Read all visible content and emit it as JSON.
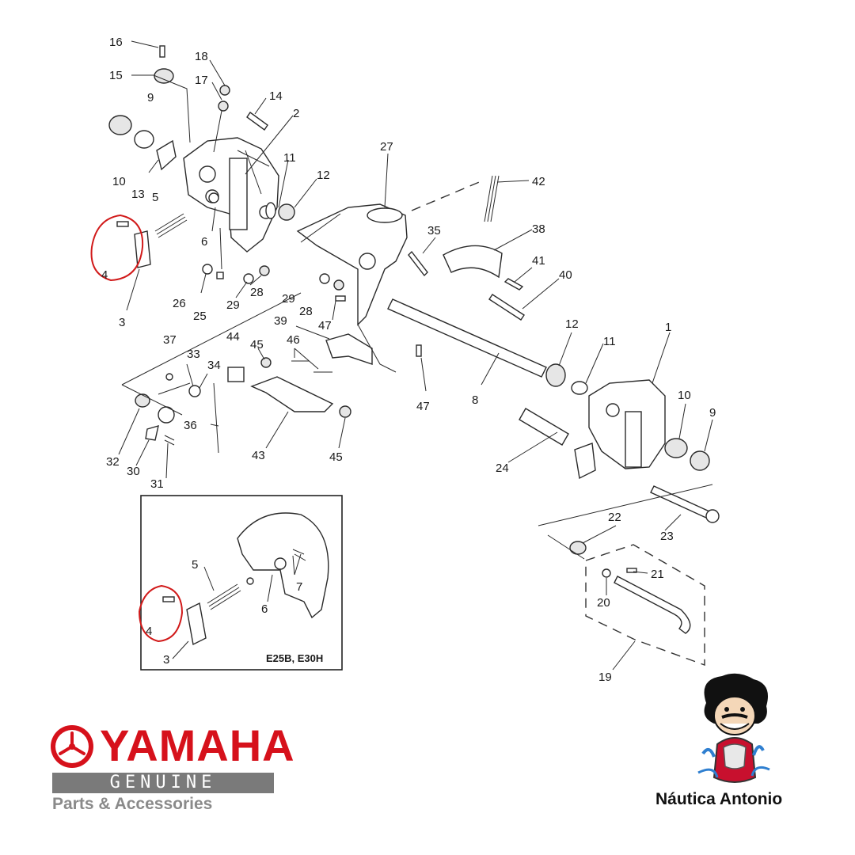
{
  "callouts": [
    {
      "id": "16",
      "text": "16"
    },
    {
      "id": "15",
      "text": "15"
    },
    {
      "id": "18",
      "text": "18"
    },
    {
      "id": "17",
      "text": "17"
    },
    {
      "id": "14",
      "text": "14"
    },
    {
      "id": "9a",
      "text": "9"
    },
    {
      "id": "2",
      "text": "2"
    },
    {
      "id": "10a",
      "text": "10"
    },
    {
      "id": "13",
      "text": "13"
    },
    {
      "id": "11a",
      "text": "11"
    },
    {
      "id": "12a",
      "text": "12"
    },
    {
      "id": "27",
      "text": "27"
    },
    {
      "id": "42",
      "text": "42"
    },
    {
      "id": "5a",
      "text": "5"
    },
    {
      "id": "6a",
      "text": "6"
    },
    {
      "id": "4a",
      "text": "4"
    },
    {
      "id": "3a",
      "text": "3"
    },
    {
      "id": "35",
      "text": "35"
    },
    {
      "id": "38",
      "text": "38"
    },
    {
      "id": "41",
      "text": "41"
    },
    {
      "id": "40",
      "text": "40"
    },
    {
      "id": "26",
      "text": "26"
    },
    {
      "id": "25",
      "text": "25"
    },
    {
      "id": "29a",
      "text": "29"
    },
    {
      "id": "28a",
      "text": "28"
    },
    {
      "id": "29b",
      "text": "29"
    },
    {
      "id": "28b",
      "text": "28"
    },
    {
      "id": "47a",
      "text": "47"
    },
    {
      "id": "39",
      "text": "39"
    },
    {
      "id": "37",
      "text": "37"
    },
    {
      "id": "45a",
      "text": "45"
    },
    {
      "id": "44",
      "text": "44"
    },
    {
      "id": "46",
      "text": "46"
    },
    {
      "id": "33",
      "text": "33"
    },
    {
      "id": "34",
      "text": "34"
    },
    {
      "id": "12b",
      "text": "12"
    },
    {
      "id": "11b",
      "text": "11"
    },
    {
      "id": "1",
      "text": "1"
    },
    {
      "id": "8",
      "text": "8"
    },
    {
      "id": "47b",
      "text": "47"
    },
    {
      "id": "10b",
      "text": "10"
    },
    {
      "id": "9b",
      "text": "9"
    },
    {
      "id": "36",
      "text": "36"
    },
    {
      "id": "32",
      "text": "32"
    },
    {
      "id": "30",
      "text": "30"
    },
    {
      "id": "31",
      "text": "31"
    },
    {
      "id": "43",
      "text": "43"
    },
    {
      "id": "45b",
      "text": "45"
    },
    {
      "id": "24",
      "text": "24"
    },
    {
      "id": "22",
      "text": "22"
    },
    {
      "id": "23",
      "text": "23"
    },
    {
      "id": "21",
      "text": "21"
    },
    {
      "id": "20",
      "text": "20"
    },
    {
      "id": "19",
      "text": "19"
    },
    {
      "id": "5b",
      "text": "5"
    },
    {
      "id": "7",
      "text": "7"
    },
    {
      "id": "6b",
      "text": "6"
    },
    {
      "id": "4b",
      "text": "4"
    },
    {
      "id": "3b",
      "text": "3"
    }
  ],
  "inset": {
    "model_label": "E25B, E30H"
  },
  "brand": {
    "wordmark": "YAMAHA",
    "genuine": "GENUINE",
    "tagline": "Parts & Accessories",
    "color": "#d6111b",
    "bar_color": "#7a7a7a"
  },
  "dealer": {
    "name": "Náutica Antonio"
  },
  "highlight_color": "#d11a1a"
}
